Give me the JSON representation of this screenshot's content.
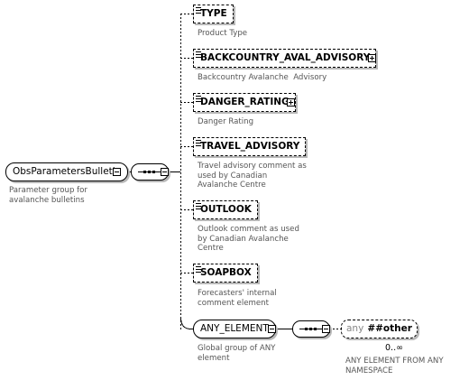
{
  "root": {
    "name": "ObsParametersBulletin",
    "annotation": [
      "Parameter group for",
      "avalanche bulletins"
    ]
  },
  "elements": [
    {
      "name": "TYPE",
      "expandable": false,
      "annotation": [
        "Product Type"
      ]
    },
    {
      "name": "BACKCOUNTRY_AVAL_ADVISORY",
      "expandable": true,
      "annotation": [
        "Backcountry Avalanche  Advisory"
      ]
    },
    {
      "name": "DANGER_RATING",
      "expandable": true,
      "annotation": [
        "Danger Rating"
      ]
    },
    {
      "name": "TRAVEL_ADVISORY",
      "expandable": false,
      "annotation": [
        "Travel advisory comment as",
        "used by Canadian",
        "Avalanche Centre"
      ]
    },
    {
      "name": "OUTLOOK",
      "expandable": false,
      "annotation": [
        "Outlook comment as used",
        "by Canadian Avalanche",
        "Centre"
      ]
    },
    {
      "name": "SOAPBOX",
      "expandable": false,
      "annotation": [
        "Forecasters' internal",
        "comment element"
      ]
    }
  ],
  "any_element_group": {
    "name": "ANY_ELEMENT",
    "annotation": [
      "Global group of ANY",
      "element"
    ]
  },
  "wildcard": {
    "keyword": "any",
    "namespace": "##other",
    "cardinality": "0..∞",
    "annotation": [
      "ANY ELEMENT FROM ANY",
      "NAMESPACE"
    ]
  },
  "icons": {
    "sequence": "sequence-compositor-icon",
    "expand": "expand-plus-icon",
    "collapse": "collapse-minus-icon",
    "element": "element-lines-icon"
  }
}
